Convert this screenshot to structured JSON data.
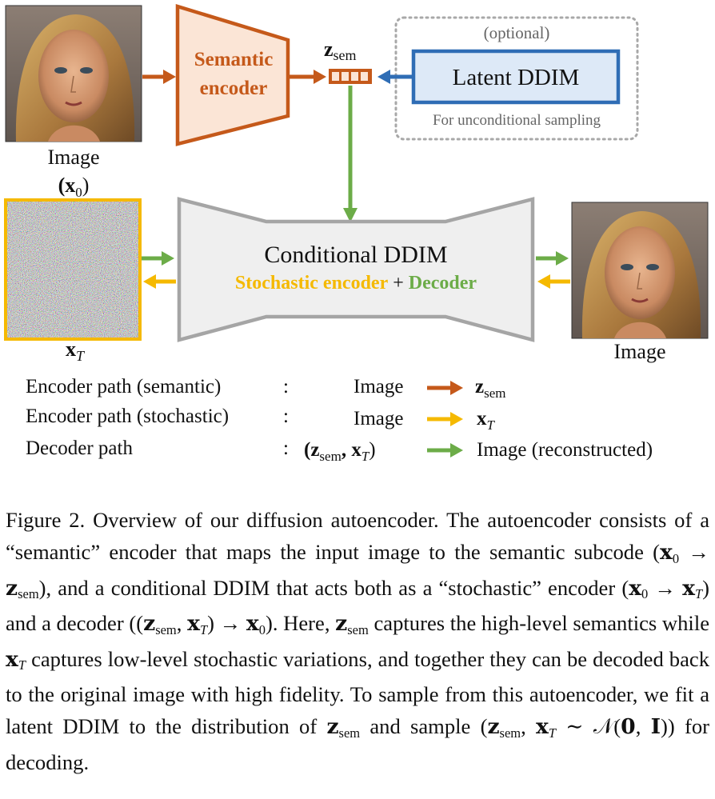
{
  "colors": {
    "semantic": "#c5591a",
    "semantic_fill": "#fbe5d6",
    "stochastic": "#f5b900",
    "decoder": "#6cac48",
    "latent_border": "#2f6db5",
    "latent_fill": "#dde9f7",
    "cond_border": "#a5a5a5",
    "cond_fill": "#efefef",
    "optional_border": "#a8a8a8"
  },
  "diagram": {
    "input_image_label": "Image",
    "input_image_symbol": "(x",
    "input_image_symbol_sub": "0",
    "input_image_symbol_close": ")",
    "semantic_encoder_line1": "Semantic",
    "semantic_encoder_line2": "encoder",
    "zsem_main": "z",
    "zsem_sub": "sem",
    "optional_label": "(optional)",
    "latent_ddim_label": "Latent DDIM",
    "latent_note": "For unconditional sampling",
    "noise_label_main": "x",
    "noise_label_sub": "T",
    "cond_title": "Conditional DDIM",
    "cond_stochastic": "Stochastic encoder",
    "cond_plus": " + ",
    "cond_decoder": "Decoder",
    "output_image_label": "Image"
  },
  "legend": {
    "rows": [
      {
        "path": "Encoder path (semantic)",
        "sep": ":",
        "source": "Image",
        "target_main": "z",
        "target_sub": "sem"
      },
      {
        "path": "Encoder path (stochastic)",
        "sep": ":",
        "source": "Image",
        "target_main": "x",
        "target_sub": "T"
      },
      {
        "path": "Decoder path",
        "sep": ":",
        "source_main1": "(z",
        "source_sub1": "sem",
        "source_mid": ", x",
        "source_sub2": "T",
        "source_close": ")",
        "target": "Image (reconstructed)"
      }
    ]
  },
  "caption": {
    "p1": "Figure 2.  Overview of our diffusion autoencoder.  The autoencoder consists of a “semantic” encoder that maps the input image to the semantic subcode (",
    "p1_x0": "x",
    "p1_x0_sub": "0",
    "p1_arrow": " → ",
    "p1_z": "z",
    "p1_z_sub": "sem",
    "p2": "), and a conditional DDIM that acts both as a “stochastic” encoder (",
    "p2_x0": "x",
    "p2_x0_sub": "0",
    "p2_arrow": " → ",
    "p2_xt": "x",
    "p2_xt_sub": "T",
    "p3": ") and a decoder ((",
    "p3_z": "z",
    "p3_z_sub": "sem",
    "p3_comma": ", ",
    "p3_xt": "x",
    "p3_xt_sub": "T",
    "p3_arrow": ") → ",
    "p3_x0": "x",
    "p3_x0_sub": "0",
    "p4": ").  Here, ",
    "p4_z": "z",
    "p4_z_sub": "sem",
    "p5": " captures the high-level semantics while ",
    "p5_xt": "x",
    "p5_xt_sub": "T",
    "p6": " captures low-level stochastic variations, and together they can be decoded back to the original image with high fidelity. To sample from this autoencoder, we fit a latent DDIM to the distribution of ",
    "p6_z": "z",
    "p6_z_sub": "sem",
    "p7": " and sample (",
    "p7_z": "z",
    "p7_z_sub": "sem",
    "p7_comma": ", ",
    "p7_xt": "x",
    "p7_xt_sub": "T",
    "p7_dist": " ∼ 𝒩(",
    "p7_zero": "0",
    "p7_comma2": ", ",
    "p7_one": "I",
    "p8": ")) for decoding."
  }
}
